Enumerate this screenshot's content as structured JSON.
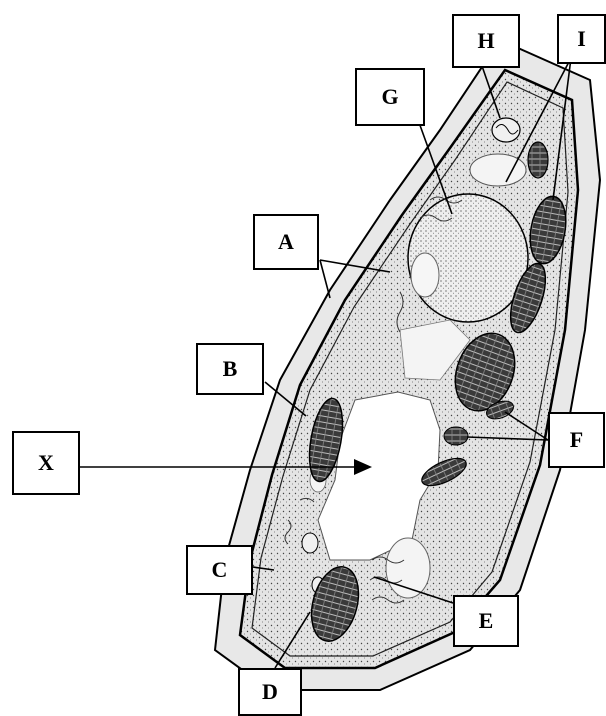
{
  "labels": {
    "a": "A",
    "b": "B",
    "c": "C",
    "d": "D",
    "e": "E",
    "f": "F",
    "g": "G",
    "h": "H",
    "i": "I",
    "x": "X"
  },
  "colors": {
    "background": "#ffffff",
    "cell_fill": "#f2f2f2",
    "wall_fill": "#e6e6e6",
    "cytoplasm_fill": "#d9d9d9",
    "outline": "#000000",
    "vacuole": "#ffffff"
  }
}
